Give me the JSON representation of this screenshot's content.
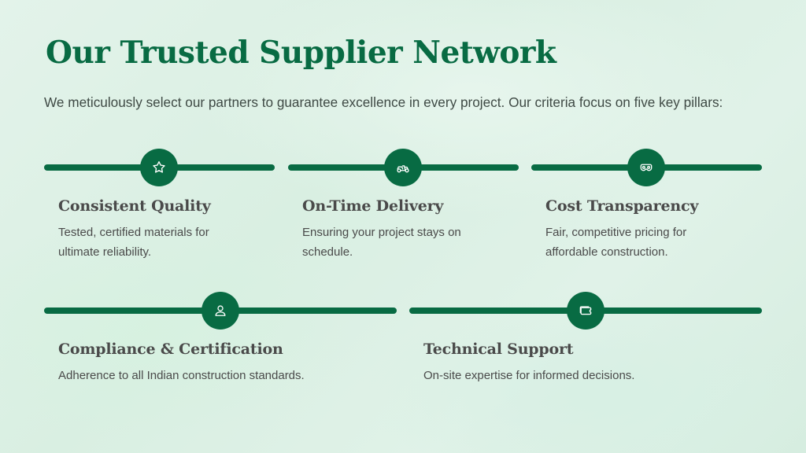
{
  "header": {
    "title": "Our Trusted Supplier Network",
    "intro": "We meticulously select our partners to guarantee excellence in every project. Our criteria focus on five key pillars:"
  },
  "pillars": [
    {
      "icon": "star-icon",
      "title": "Consistent Quality",
      "description": "Tested, certified materials for ultimate reliability."
    },
    {
      "icon": "scooter-icon",
      "title": "On-Time Delivery",
      "description": "Ensuring your project stays on schedule."
    },
    {
      "icon": "mask-icon",
      "title": "Cost Transparency",
      "description": "Fair, competitive pricing for affordable construction."
    },
    {
      "icon": "user-icon",
      "title": "Compliance & Certification",
      "description": "Adherence to all Indian construction standards."
    },
    {
      "icon": "ticket-icon",
      "title": "Technical Support",
      "description": "On-site expertise for informed decisions."
    }
  ],
  "colors": {
    "accent": "#086b43",
    "text": "#4a4a4a",
    "background": "#dff1e7"
  }
}
